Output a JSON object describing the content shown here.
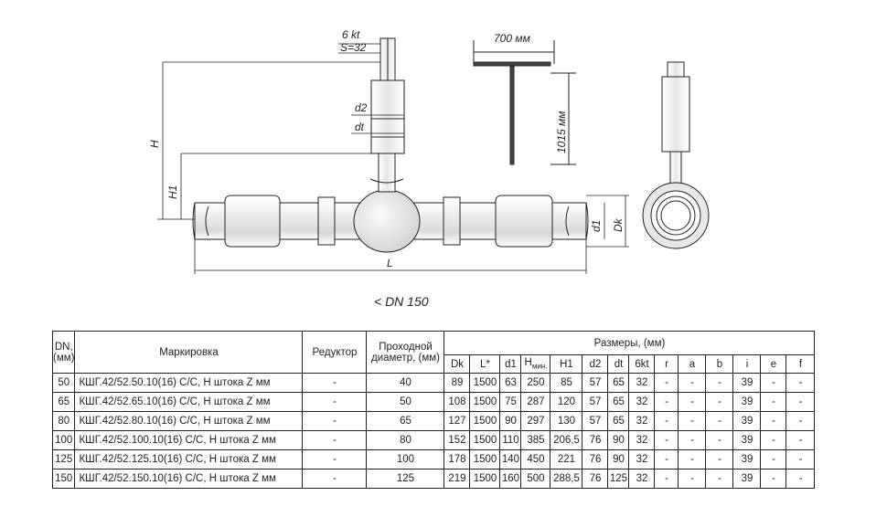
{
  "drawing": {
    "labels": {
      "kt": "6 kt",
      "s": "S=32",
      "d2": "d2",
      "dt": "dt",
      "h": "H",
      "h1": "H1",
      "l": "L",
      "d1": "d1",
      "dk": "Dk",
      "key_width": "700 мм",
      "key_height": "1015 мм"
    },
    "caption": "< DN 150"
  },
  "table": {
    "headers": {
      "dn": "DN, (мм)",
      "marking": "Маркировка",
      "reducer": "Редуктор",
      "bore": "Проходной диаметр, (мм)",
      "sizes": "Размеры, (мм)"
    },
    "sub_headers": [
      "Dk",
      "L*",
      "d1",
      "H",
      "H1",
      "d2",
      "dt",
      "6kt",
      "r",
      "a",
      "b",
      "i",
      "e",
      "f"
    ],
    "h_subscript": "мин.",
    "rows": [
      [
        "50",
        "КШГ.42/52.50.10(16) С/С, Н штока Z мм",
        "-",
        "40",
        "89",
        "1500",
        "63",
        "250",
        "85",
        "57",
        "65",
        "32",
        "-",
        "-",
        "-",
        "39",
        "-",
        "-"
      ],
      [
        "65",
        "КШГ.42/52.65.10(16) С/С, Н штока Z мм",
        "-",
        "50",
        "108",
        "1500",
        "75",
        "287",
        "120",
        "57",
        "65",
        "32",
        "-",
        "-",
        "-",
        "39",
        "-",
        "-"
      ],
      [
        "80",
        "КШГ.42/52.80.10(16) С/С, Н штока Z мм",
        "-",
        "65",
        "127",
        "1500",
        "90",
        "297",
        "130",
        "57",
        "65",
        "32",
        "-",
        "-",
        "-",
        "39",
        "-",
        "-"
      ],
      [
        "100",
        "КШГ.42/52.100.10(16) С/С, Н штока Z мм",
        "-",
        "80",
        "152",
        "1500",
        "110",
        "385",
        "206,5",
        "76",
        "90",
        "32",
        "-",
        "-",
        "-",
        "39",
        "-",
        "-"
      ],
      [
        "125",
        "КШГ.42/52.125.10(16) С/С, Н штока Z мм",
        "-",
        "100",
        "178",
        "1500",
        "140",
        "450",
        "221",
        "76",
        "90",
        "32",
        "-",
        "-",
        "-",
        "39",
        "-",
        "-"
      ],
      [
        "150",
        "КШГ.42/52.150.10(16) С/С, Н штока Z мм",
        "-",
        "125",
        "219",
        "1500",
        "160",
        "500",
        "288,5",
        "76",
        "125",
        "32",
        "-",
        "-",
        "-",
        "39",
        "-",
        "-"
      ]
    ]
  }
}
